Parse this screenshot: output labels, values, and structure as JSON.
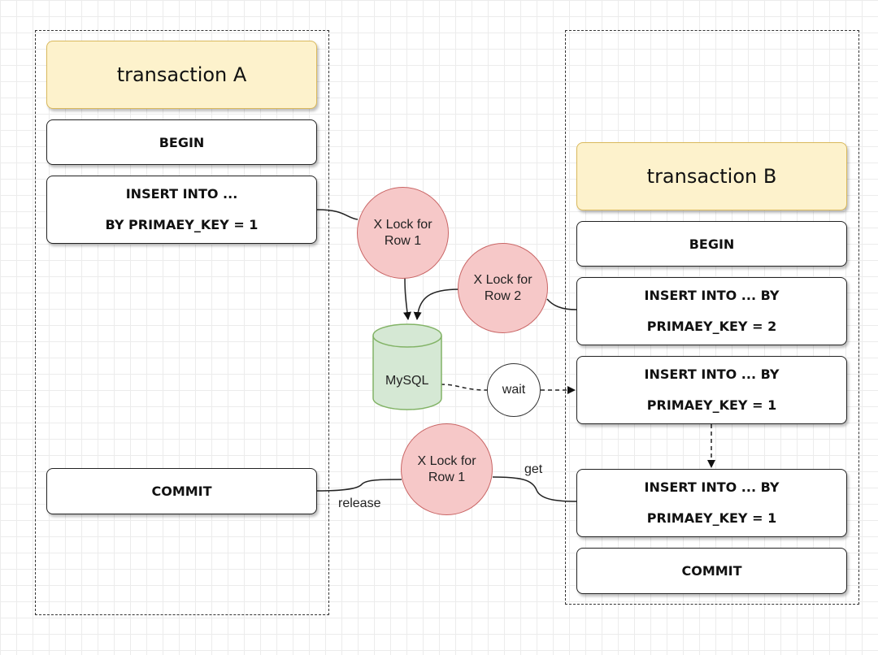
{
  "transaction_a": {
    "title": "transaction A",
    "begin": "BEGIN",
    "insert_line1": "INSERT INTO ...",
    "insert_line2": "BY PRIMAEY_KEY = 1",
    "commit": "COMMIT"
  },
  "transaction_b": {
    "title": "transaction B",
    "begin": "BEGIN",
    "insert1_line1": "INSERT INTO ... BY",
    "insert1_line2": "PRIMAEY_KEY = 2",
    "insert2_line1": "INSERT INTO ... BY",
    "insert2_line2": "PRIMAEY_KEY = 1",
    "insert3_line1": "INSERT INTO ... BY",
    "insert3_line2": "PRIMAEY_KEY = 1",
    "commit": "COMMIT"
  },
  "locks": {
    "lock_row1_top_line1": "X Lock for",
    "lock_row1_top_line2": "Row 1",
    "lock_row2_line1": "X Lock for",
    "lock_row2_line2": "Row 2",
    "lock_row1_bottom_line1": "X Lock for",
    "lock_row1_bottom_line2": "Row 1"
  },
  "database": {
    "label": "MySQL"
  },
  "wait": {
    "label": "wait"
  },
  "edges": {
    "release": "release",
    "get": "get"
  },
  "colors": {
    "title_fill": "#fdf2cc",
    "lock_fill": "#f6c8c8",
    "db_fill": "#d5e8d4"
  }
}
